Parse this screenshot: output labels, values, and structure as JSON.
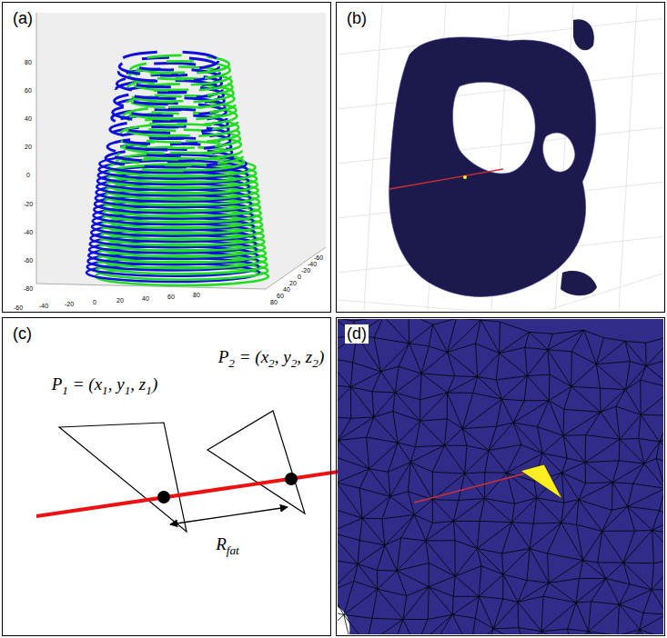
{
  "diagram": {
    "nodes": [
      {
        "text": [
          "(a)"
        ]
      },
      {
        "text": [
          "(b)"
        ]
      },
      {
        "text": [
          "(c)"
        ]
      },
      {
        "text": [
          "(d)"
        ]
      }
    ],
    "labels": [
      "80",
      "60",
      "40",
      "20",
      "0",
      "-20",
      "-40",
      "-60",
      "-80",
      "-60",
      "-40",
      "-20",
      "0",
      "20",
      "40",
      "60",
      "80",
      "-60",
      "-40",
      "-20",
      "0",
      "20",
      "40",
      "60",
      "80",
      "P1 = (x1, y1, z1)",
      "P2 = (x2, y2, z2)",
      "Rfat"
    ]
  }
}
